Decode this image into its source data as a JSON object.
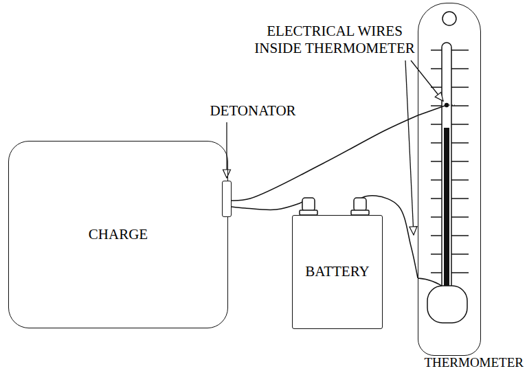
{
  "diagram": {
    "nodes": [
      {
        "text": [
          "CHARGE"
        ]
      },
      {
        "text": [
          "DETONATOR"
        ]
      },
      {
        "text": [
          "BATTERY"
        ]
      },
      {
        "text": [
          "THERMOMETER"
        ]
      }
    ],
    "edges": [
      {
        "from": 1,
        "to": 3,
        "arrow": "none"
      },
      {
        "from": 1,
        "to": 2,
        "arrow": "none"
      },
      {
        "from": 2,
        "to": 3,
        "arrow": "none"
      }
    ],
    "labels": [
      "ELECTRICAL WIRES INSIDE THERMOMETER"
    ]
  }
}
